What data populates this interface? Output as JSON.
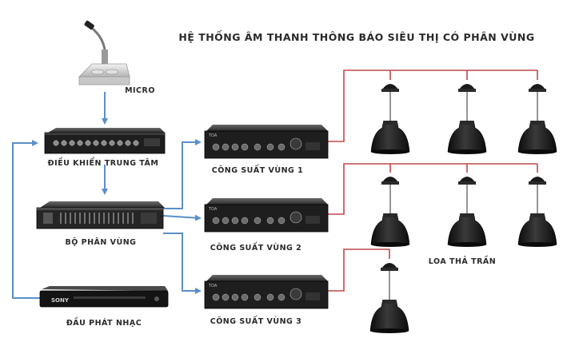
{
  "title": "HỆ THỐNG ÂM THANH THÔNG BÁO SIÊU THỊ CÓ PHÂN VÙNG",
  "devices": {
    "micro": "MICRO",
    "controller": "ĐIỀU KHIỂN TRUNG TÂM",
    "zoner": "BỘ PHÂN VÙNG",
    "player": "ĐẦU PHÁT NHẠC",
    "amp1": "CÔNG SUẤT VÙNG 1",
    "amp2": "CÔNG SUẤT VÙNG 2",
    "amp3": "CÔNG SUẤT VÙNG 3",
    "speakers": "LOA THẢ TRẦN"
  },
  "brand": {
    "player": "SONY",
    "amp": "TOA"
  },
  "colors": {
    "signal_line": "#5b8fc9",
    "speaker_wire": "#c0484a",
    "device_dark": "#1e1e1e",
    "title_text": "#2a2a2a"
  },
  "icons": [
    "microphone-icon",
    "rack-controller-icon",
    "rack-zoner-icon",
    "dvd-player-icon",
    "amplifier-icon",
    "ceiling-speaker-icon",
    "arrow-head-icon"
  ]
}
